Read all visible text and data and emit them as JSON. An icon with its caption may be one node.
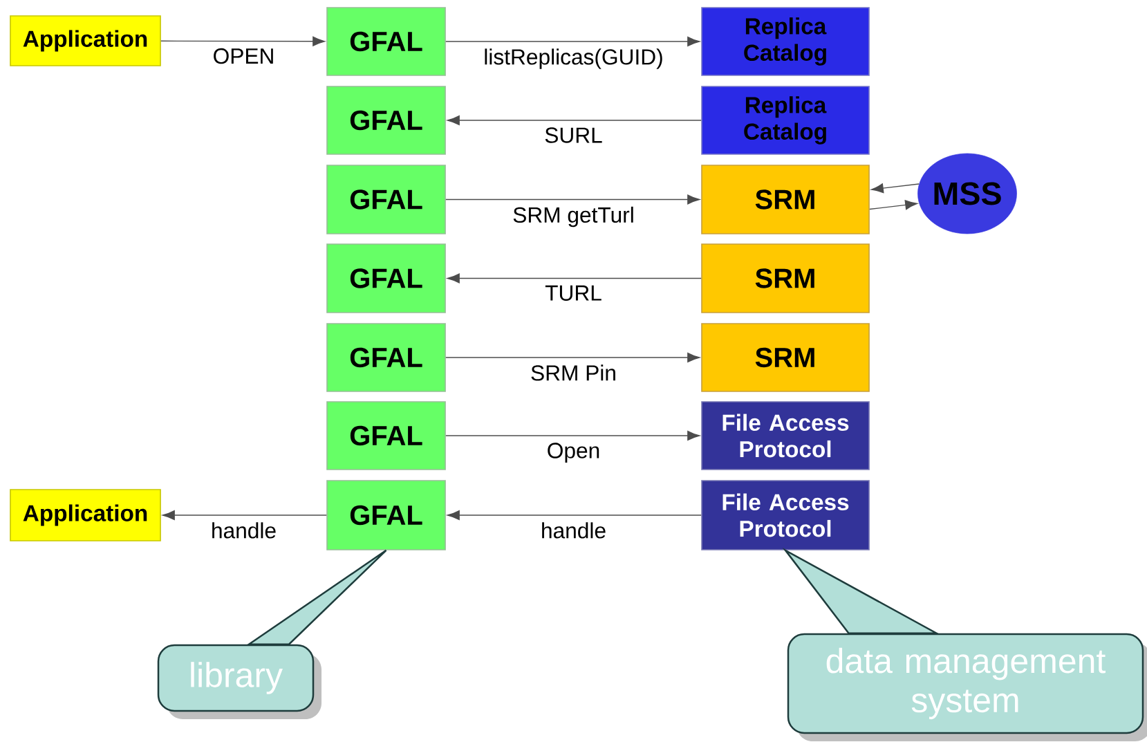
{
  "diagram": {
    "nodes": [
      {
        "text": [
          "Application"
        ]
      },
      {
        "text": [
          "GFAL"
        ]
      },
      {
        "text": [
          "Replica Catalog"
        ]
      },
      {
        "text": [
          "GFAL"
        ]
      },
      {
        "text": [
          "Replica Catalog"
        ]
      },
      {
        "text": [
          "GFAL"
        ]
      },
      {
        "text": [
          "SRM"
        ]
      },
      {
        "text": [
          "MSS"
        ]
      },
      {
        "text": [
          "GFAL"
        ]
      },
      {
        "text": [
          "SRM"
        ]
      },
      {
        "text": [
          "GFAL"
        ]
      },
      {
        "text": [
          "SRM"
        ]
      },
      {
        "text": [
          "GFAL"
        ]
      },
      {
        "text": [
          "File Access Protocol"
        ]
      },
      {
        "text": [
          "Application"
        ]
      },
      {
        "text": [
          "GFAL"
        ]
      },
      {
        "text": [
          "File Access Protocol"
        ]
      },
      {
        "text": [
          "library"
        ]
      },
      {
        "text": [
          "data management system"
        ]
      }
    ],
    "edges": [
      {
        "from": 0,
        "to": 1,
        "arrow": "to",
        "label": "OPEN"
      },
      {
        "from": 1,
        "to": 2,
        "arrow": "to",
        "label": "listReplicas(GUID)"
      },
      {
        "from": 4,
        "to": 3,
        "arrow": "to",
        "label": "SURL"
      },
      {
        "from": 5,
        "to": 6,
        "arrow": "to",
        "label": "SRM getTurl"
      },
      {
        "from": 7,
        "to": 6,
        "arrow": "to"
      },
      {
        "from": 6,
        "to": 7,
        "arrow": "to"
      },
      {
        "from": 9,
        "to": 8,
        "arrow": "to",
        "label": "TURL"
      },
      {
        "from": 10,
        "to": 11,
        "arrow": "to",
        "label": "SRM Pin"
      },
      {
        "from": 12,
        "to": 13,
        "arrow": "to",
        "label": "Open"
      },
      {
        "from": 16,
        "to": 15,
        "arrow": "to",
        "label": "handle"
      },
      {
        "from": 15,
        "to": 14,
        "arrow": "to",
        "label": "handle"
      },
      {
        "from": 17,
        "to": 15,
        "arrow": "none"
      },
      {
        "from": 18,
        "to": 16,
        "arrow": "none"
      }
    ]
  }
}
